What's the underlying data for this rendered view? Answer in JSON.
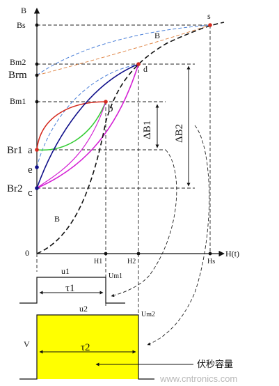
{
  "axes": {
    "y_label": "B",
    "x_label": "H(t)",
    "origin": "0"
  },
  "y_levels": {
    "bs": "Bs",
    "bm2": "Bm2",
    "brm": "Brm",
    "bm1": "Bm1",
    "br1": "Br1",
    "br2": "Br2"
  },
  "x_ticks": {
    "h1": "H1",
    "h2": "H2",
    "hs": "Hs"
  },
  "points": {
    "s": "s",
    "d": "d",
    "b": "b",
    "a": "a",
    "e": "e",
    "c": "c"
  },
  "curves": {
    "upper_b": "B",
    "lower_b": "B"
  },
  "deltas": {
    "delta_b1": "ΔB1",
    "delta_b2": "ΔB2"
  },
  "pulse1": {
    "amplitude": "u1",
    "peak": "Um1",
    "width": "τ1"
  },
  "pulse2": {
    "amplitude": "u2",
    "peak": "Um2",
    "width": "τ2",
    "voltage": "V",
    "area_label": "伏秒容量",
    "fill_color": "#ffff00"
  },
  "watermark": "www.cntronics.com",
  "colors": {
    "red": "#d42a1f",
    "green": "#33cc33",
    "navy": "#10108a",
    "magenta": "#d41fd4",
    "light_blue": "#4a7fd8",
    "orange": "#e0884a"
  }
}
